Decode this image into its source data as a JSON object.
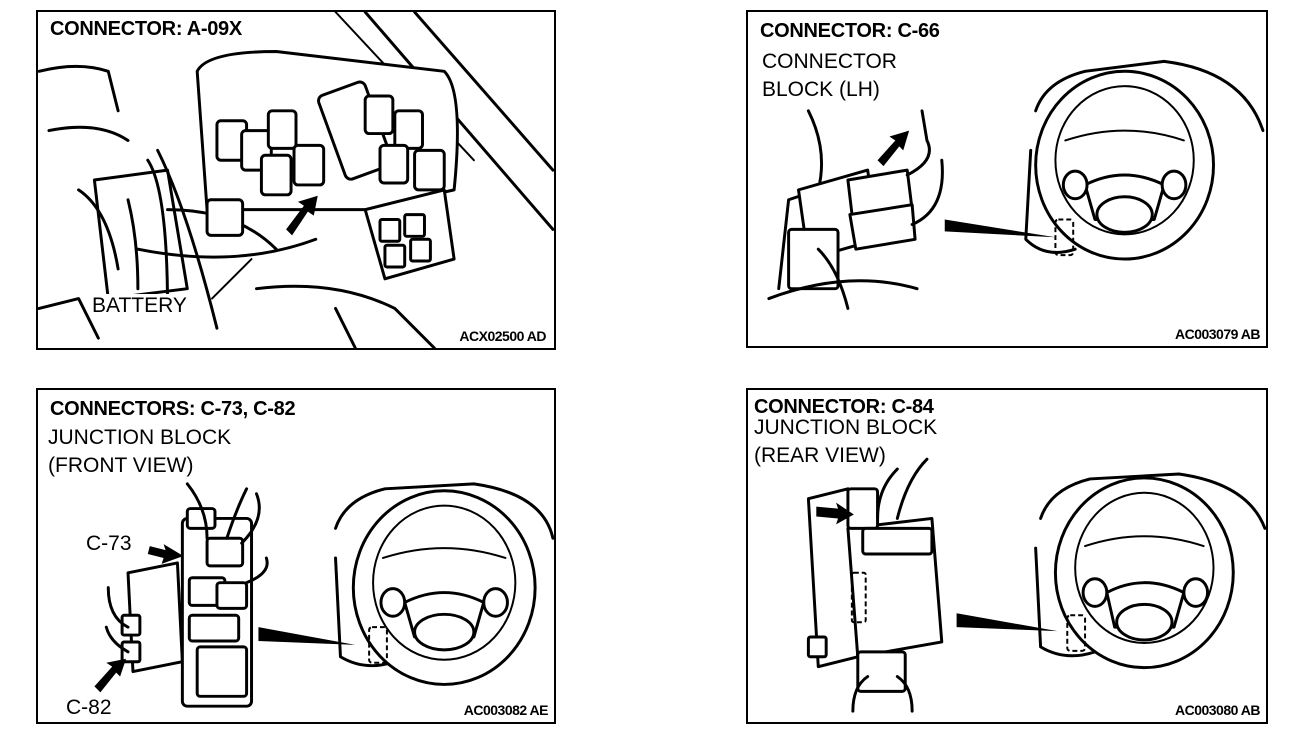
{
  "panels": [
    {
      "title": "CONNECTOR: A-09X",
      "subtitle_lines": [],
      "callouts": [
        "BATTERY"
      ],
      "code": "ACX02500 AD",
      "illustration": "engine-compartment-relay-box"
    },
    {
      "title": "CONNECTOR: C-66",
      "subtitle_lines": [
        "CONNECTOR",
        "BLOCK (LH)"
      ],
      "callouts": [],
      "code": "AC003079 AB",
      "illustration": "connector-block-and-steering-wheel"
    },
    {
      "title": "CONNECTORS: C-73, C-82",
      "subtitle_lines": [
        "JUNCTION BLOCK",
        "(FRONT VIEW)"
      ],
      "callouts": [
        "C-73",
        "C-82"
      ],
      "code": "AC003082 AE",
      "illustration": "junction-block-front-and-steering-wheel"
    },
    {
      "title": "CONNECTOR: C-84",
      "subtitle_lines": [
        "JUNCTION BLOCK",
        "(REAR VIEW)"
      ],
      "callouts": [],
      "code": "AC003080 AB",
      "illustration": "junction-block-rear-and-steering-wheel"
    }
  ]
}
